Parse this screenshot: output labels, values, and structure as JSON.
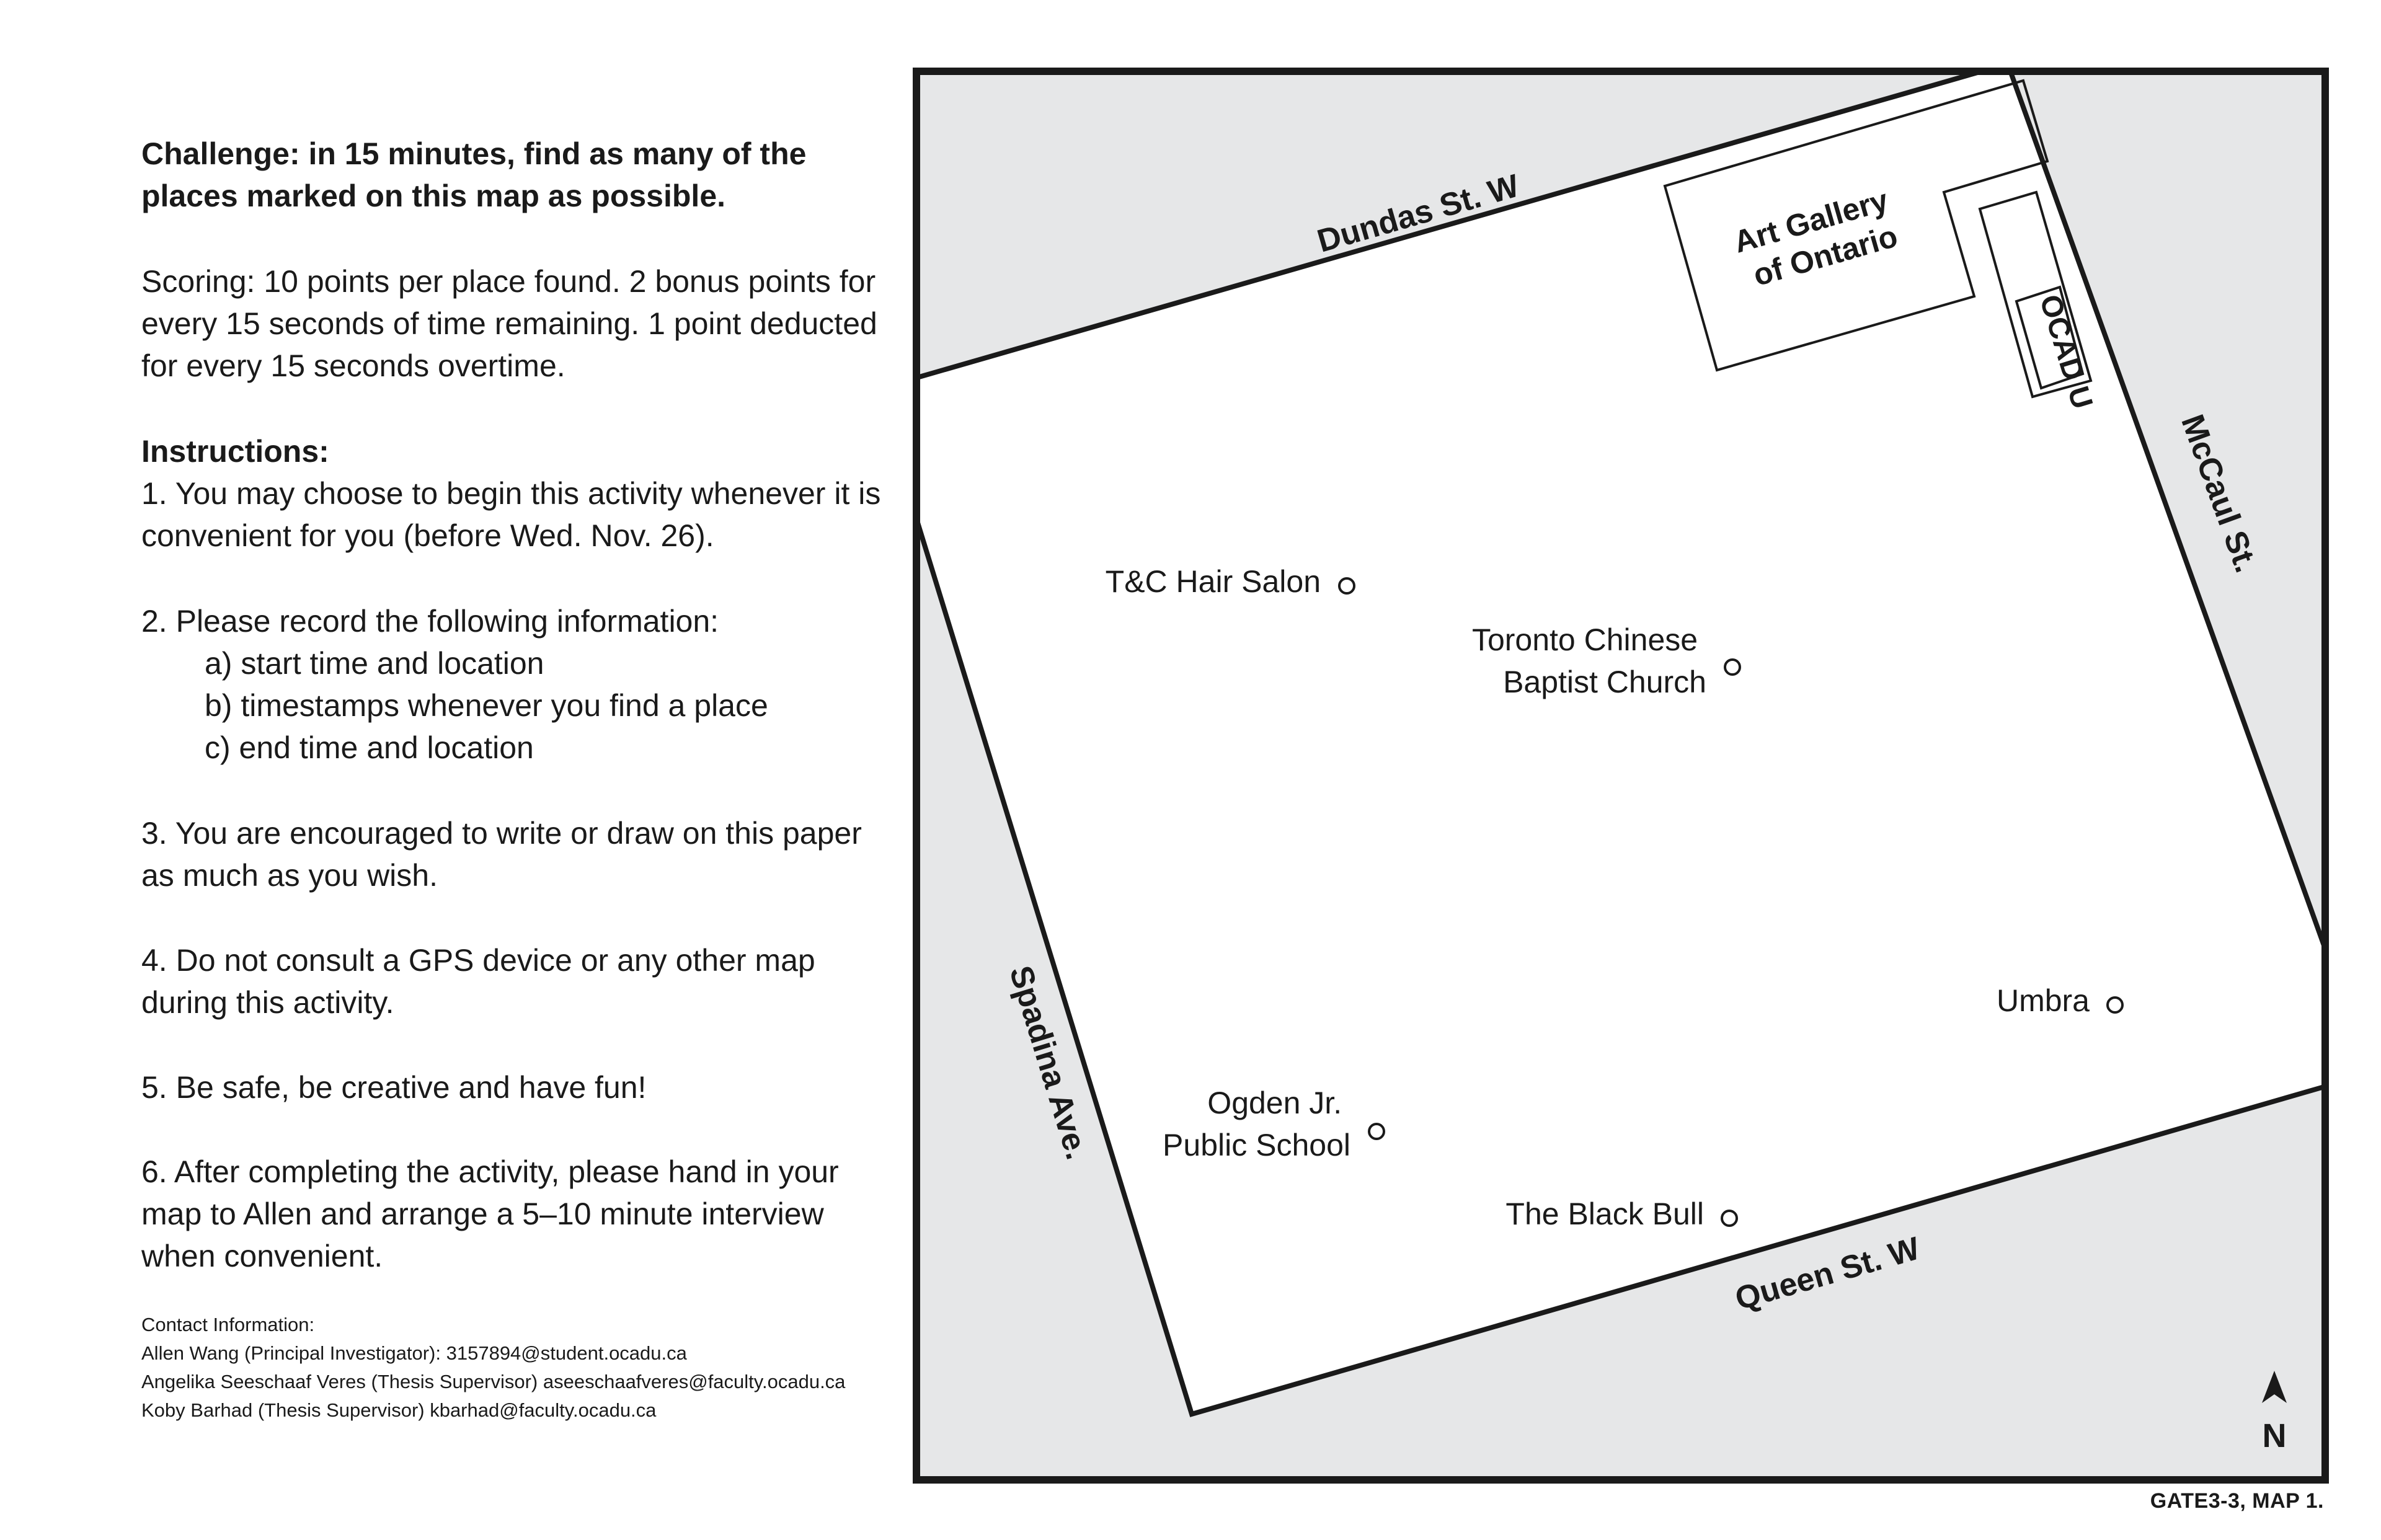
{
  "instructions": {
    "challenge": [
      "Challenge: in 15 minutes, find as many of the",
      "places marked on this map as possible."
    ],
    "scoring": [
      "Scoring: 10 points per place found. 2 bonus points for",
      "every 15 seconds of time remaining. 1 point deducted",
      "for every 15 seconds overtime."
    ],
    "heading": "Instructions:",
    "item1": [
      "1. You may choose to begin this activity whenever it is",
      "convenient for you (before Wed. Nov. 26)."
    ],
    "item2": {
      "intro": "2. Please record the following information:",
      "sub": [
        "a) start time and location",
        "b) timestamps whenever you find a place",
        "c) end time and location"
      ]
    },
    "item3": [
      "3. You are encouraged to write or draw on this paper",
      "as much as you wish."
    ],
    "item4": [
      "4. Do not consult a GPS device or any other map",
      "during this activity."
    ],
    "item5": "5. Be safe, be creative and have fun!",
    "item6": [
      "6. After completing the activity, please hand in your",
      "map to Allen and arrange a 5–10 minute interview",
      "when convenient."
    ]
  },
  "contact": {
    "heading": "Contact Information:",
    "lines": [
      "Allen Wang (Principal Investigator): 3157894@student.ocadu.ca",
      "Angelika Seeschaaf Veres (Thesis Supervisor) aseeschaafveres@faculty.ocadu.ca",
      "Koby Barhad (Thesis Supervisor) kbarhad@faculty.ocadu.ca"
    ]
  },
  "map": {
    "streets": {
      "dundas": "Dundas St. W",
      "mccaul": "McCaul St.",
      "spadina": "Spadina Ave.",
      "queen": "Queen St. W"
    },
    "buildings": {
      "ago": [
        "Art Gallery",
        "of Ontario"
      ],
      "ocad": "OCAD U"
    },
    "places": {
      "tc_hair": "T&C Hair Salon",
      "toronto_chinese": [
        "Toronto Chinese",
        "Baptist Church"
      ],
      "umbra": "Umbra",
      "ogden": [
        "Ogden Jr.",
        "Public School"
      ],
      "black_bull": "The Black Bull"
    },
    "north": "N",
    "colors": {
      "outside_area": "#e6e7e8",
      "lines": "#1a1a1a"
    }
  },
  "footer": "GATE3-3, MAP 1."
}
